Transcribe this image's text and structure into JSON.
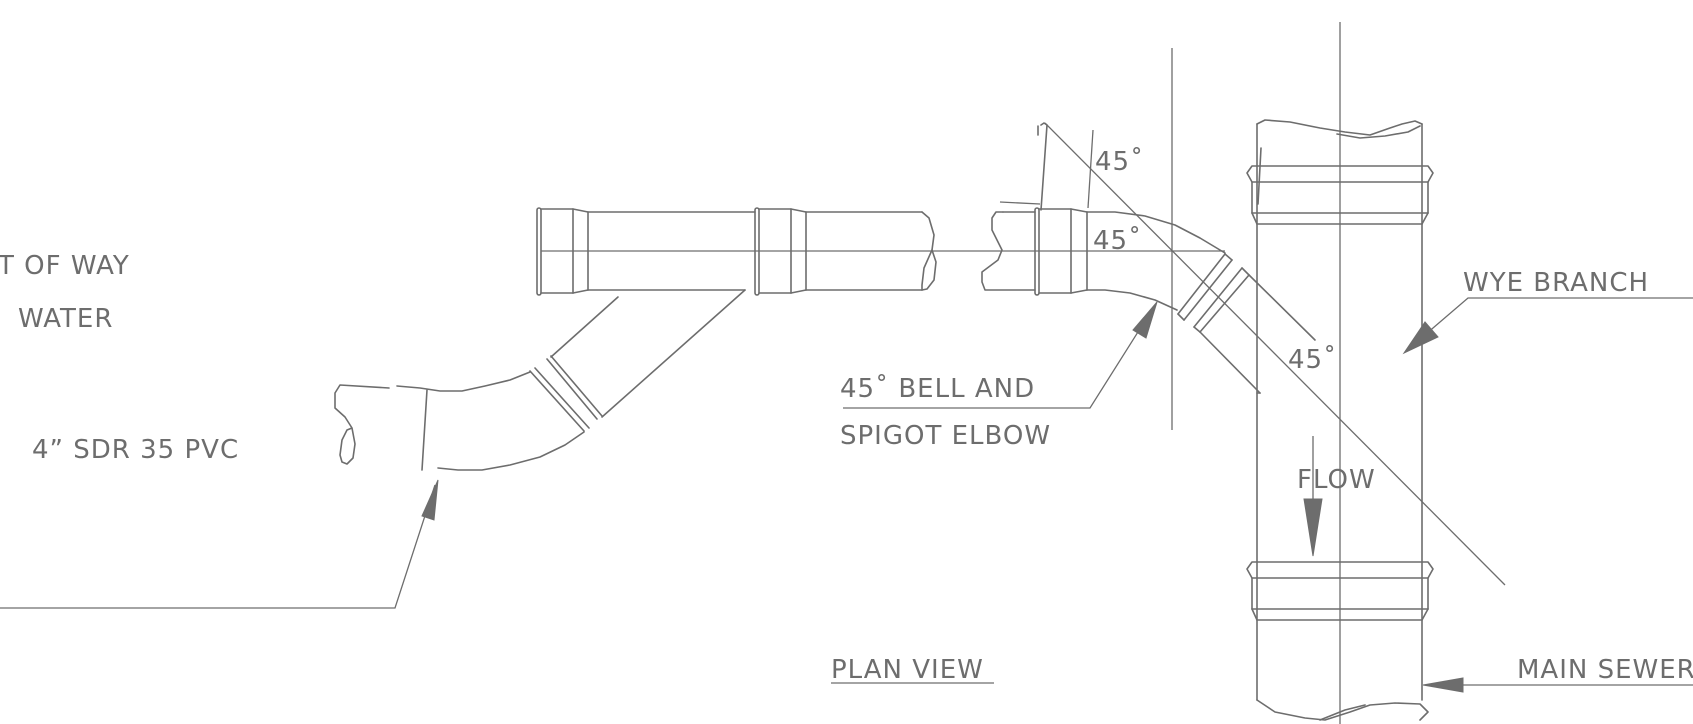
{
  "labels": {
    "right_of_way": "T OF WAY",
    "water": "WATER",
    "pvc": "4” SDR 35 PVC",
    "angle_top": "45˚",
    "angle_mid": "45˚",
    "angle_wye": "45˚",
    "elbow_line1": "45˚ BELL AND",
    "elbow_line2": "SPIGOT ELBOW",
    "flow": "FLOW",
    "wye_branch": "WYE BRANCH",
    "plan_view": "PLAN VIEW",
    "main_sewer": "MAIN SEWER"
  }
}
